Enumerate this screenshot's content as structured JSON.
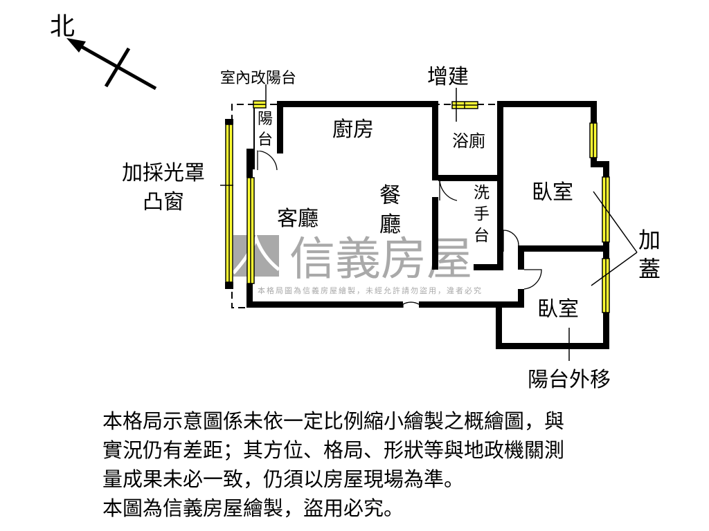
{
  "compass": {
    "north_label": "北"
  },
  "rooms": {
    "balcony_small": "陽台",
    "kitchen": "廚房",
    "bathroom": "浴廁",
    "wash_basin": "洗手台",
    "living_room": "客廳",
    "dining_room": "餐廳",
    "bedroom_1": "臥室",
    "bedroom_2": "臥室"
  },
  "annotations": {
    "indoor_balcony": "室內改陽台",
    "extension": "增建",
    "bay_window_line1": "加採光罩",
    "bay_window_line2": "凸窗",
    "added_cover_line1": "加",
    "added_cover_line2": "蓋",
    "balcony_moved": "陽台外移"
  },
  "watermark": {
    "brand": "信義房屋",
    "notice": "本格局圖為信義房屋繪製，未經允許請勿盜用，違者必究"
  },
  "disclaimer": {
    "lines": [
      "本格局示意圖係未依一定比例縮小繪製之概繪圖，與",
      "實況仍有差距；其方位、格局、形狀等與地政機關測",
      "量成果未必一致，仍須以房屋現場為準。",
      "本圖為信義房屋繪製，盜用必究。"
    ]
  },
  "colors": {
    "wall": "#000000",
    "window": "#ffff33",
    "watermark": "#a9a9a9"
  }
}
